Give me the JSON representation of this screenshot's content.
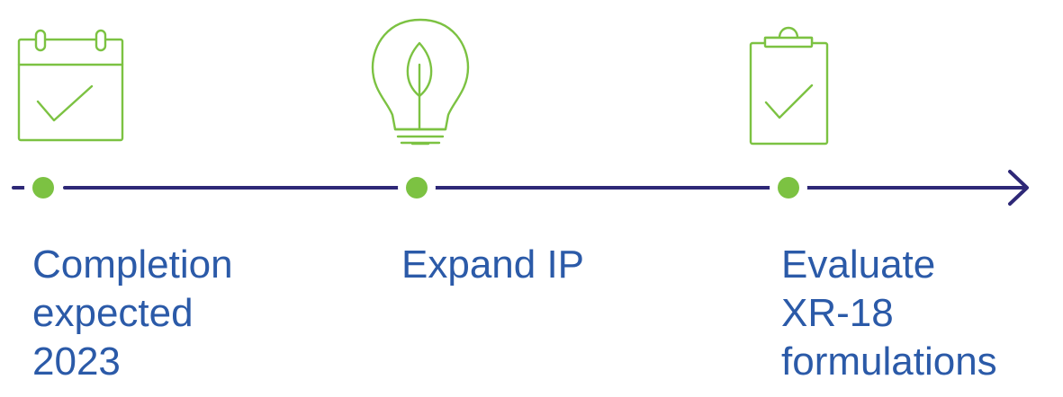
{
  "colors": {
    "accent": "#7cc242",
    "line": "#2e2877",
    "text": "#2b5aa8"
  },
  "milestones": [
    {
      "icon": "calendar-check-icon",
      "label_lines": [
        "Completion",
        "expected",
        "2023"
      ]
    },
    {
      "icon": "lightbulb-leaf-icon",
      "label_lines": [
        "Expand IP"
      ]
    },
    {
      "icon": "clipboard-check-icon",
      "label_lines": [
        "Evaluate",
        "XR-18",
        "formulations"
      ]
    }
  ]
}
